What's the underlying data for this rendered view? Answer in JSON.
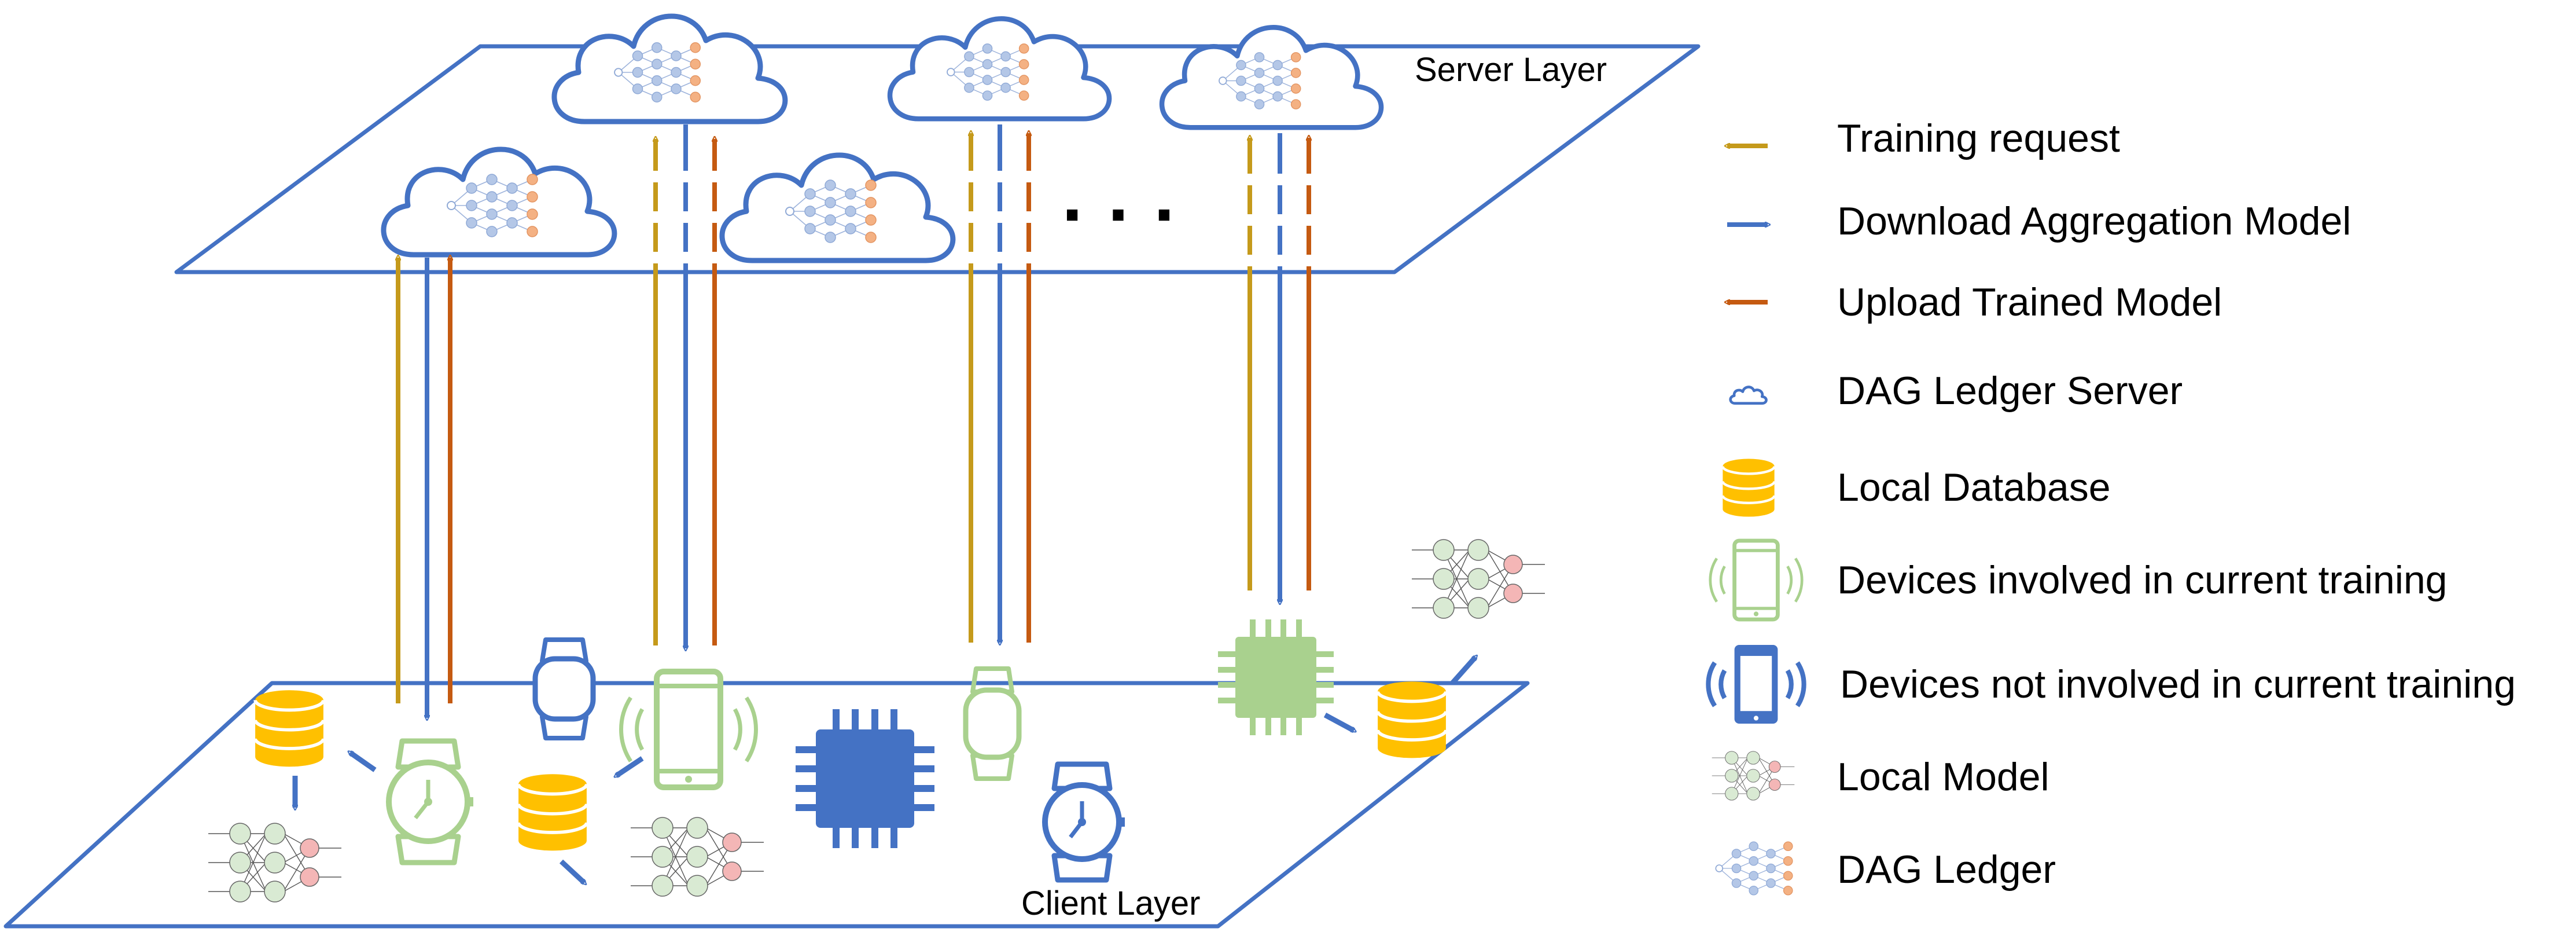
{
  "diagram": {
    "server_layer_label": "Server Layer",
    "client_layer_label": "Client Layer",
    "ellipsis": "· · ·"
  },
  "legend": {
    "training_request": "Training request",
    "download_model": "Download  Aggregation Model",
    "upload_model": "Upload Trained Model",
    "dag_server": "DAG Ledger Server",
    "local_database": "Local Database",
    "devices_involved": "Devices involved in current training",
    "devices_not_involved": "Devices not involved in current training",
    "local_model": "Local Model",
    "dag_ledger": "DAG Ledger"
  },
  "colors": {
    "layer_blue": "#4472C4",
    "request_gold": "#C59A1B",
    "download_blue": "#4472C4",
    "upload_orange": "#C55A11",
    "involved_green": "#A9D18E",
    "database_gold": "#FFC000",
    "model_green": "#D9EAD3",
    "model_pink": "#F4B6B6",
    "dag_blue": "#B4C7E7",
    "dag_orange": "#F4B183"
  },
  "icons": [
    "cloud-icon",
    "database-icon",
    "phone-icon",
    "watch-icon",
    "chip-icon",
    "neural-net-icon"
  ]
}
